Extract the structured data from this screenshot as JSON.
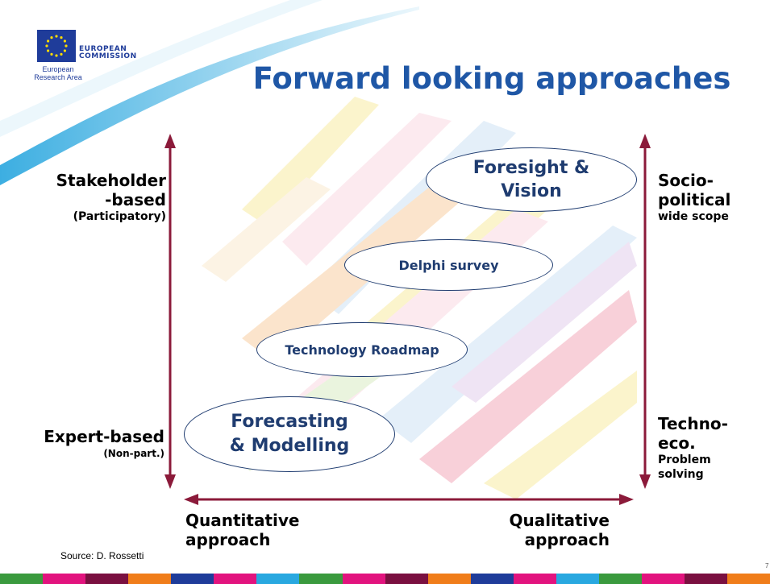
{
  "logo": {
    "line1": "EUROPEAN",
    "line2": "COMMISSION",
    "line3": "European",
    "line4": "Research Area"
  },
  "title": "Forward looking approaches",
  "left_axis": {
    "top_line1": "Stakeholder",
    "top_line2": "-based",
    "top_sub": "(Participatory)",
    "bottom_line1": "Expert-based",
    "bottom_sub": "(Non-part.)"
  },
  "right_axis": {
    "top_line1": "Socio-",
    "top_line2": "political",
    "top_sub": "wide scope",
    "bottom_line1": "Techno-",
    "bottom_line2": "eco.",
    "bottom_sub1": "Problem",
    "bottom_sub2": "solving"
  },
  "bottom_axis": {
    "left_line1": "Quantitative",
    "left_line2": "approach",
    "right_line1": "Qualitative",
    "right_line2": "approach"
  },
  "ovals": {
    "foresight_line1": "Foresight &",
    "foresight_line2": "Vision",
    "delphi": "Delphi survey",
    "roadmap": "Technology Roadmap",
    "forecasting_line1": "Forecasting",
    "forecasting_line2": "& Modelling"
  },
  "source": "Source: D. Rossetti",
  "page_number": "7",
  "colors": {
    "title": "#1f57a6",
    "arrow": "#8b1a3a",
    "oval_text": "#1f3c70",
    "brand_blue": "#1f3c9a"
  },
  "footer_colors": [
    "#3a9a3e",
    "#e2137e",
    "#7a1040",
    "#f07d1a",
    "#1f3c9a",
    "#e2137e",
    "#29a8e0",
    "#3a9a3e",
    "#e2137e",
    "#7a1040",
    "#f07d1a",
    "#1f3c9a",
    "#e2137e",
    "#29a8e0",
    "#3a9a3e",
    "#e2137e",
    "#7a1040",
    "#f07d1a"
  ]
}
